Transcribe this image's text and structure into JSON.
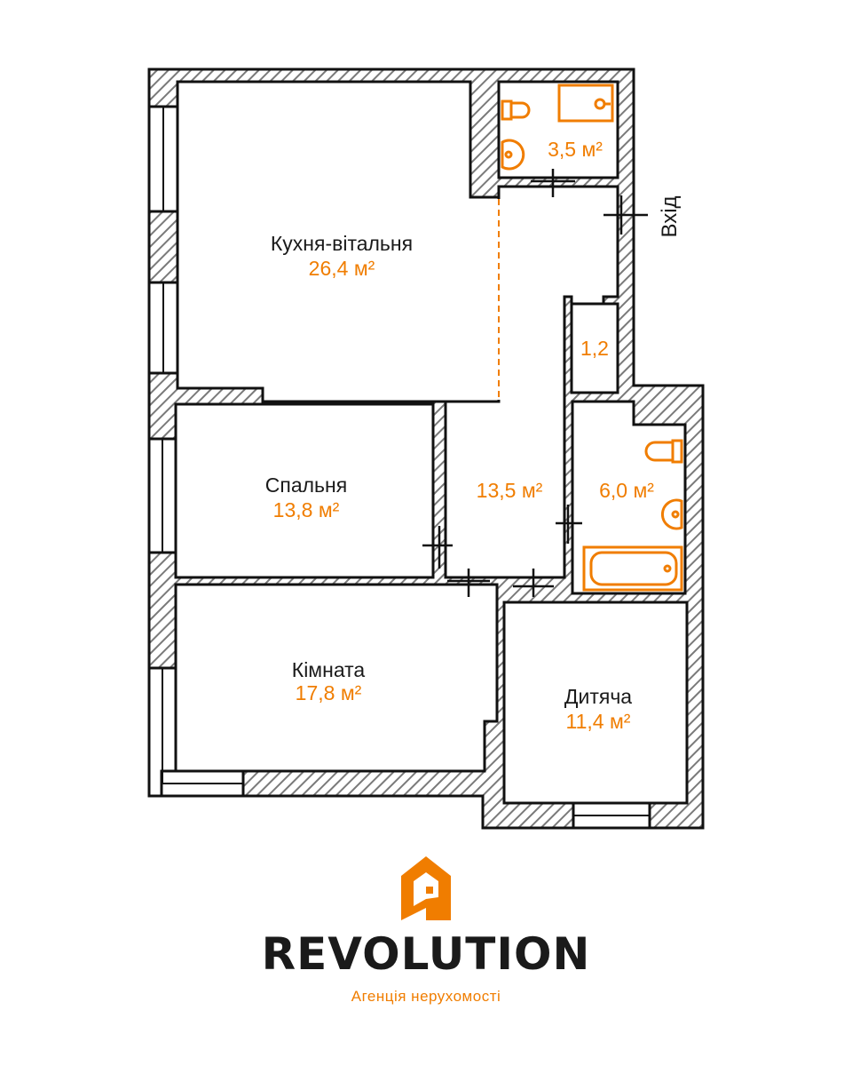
{
  "plan": {
    "entry_label": "Вхід",
    "rooms": [
      {
        "id": "kitchen",
        "name": "Кухня-вітальня",
        "area": "26,4 м²"
      },
      {
        "id": "wc",
        "name": "",
        "area": "3,5 м²"
      },
      {
        "id": "closet",
        "name": "",
        "area": "1,2"
      },
      {
        "id": "hall",
        "name": "",
        "area": "13,5 м²"
      },
      {
        "id": "bedroom",
        "name": "Спальня",
        "area": "13,8 м²"
      },
      {
        "id": "bath",
        "name": "",
        "area": "6,0 м²"
      },
      {
        "id": "room",
        "name": "Кімната",
        "area": "17,8 м²"
      },
      {
        "id": "kids",
        "name": "Дитяча",
        "area": "11,4 м²"
      }
    ]
  },
  "brand": {
    "name": "REVOLUTION",
    "tagline": "Агенція нерухомості",
    "accent_color": "#f07d00",
    "text_color": "#1a1a1a",
    "logo_icon": "revolution-logo-icon"
  }
}
